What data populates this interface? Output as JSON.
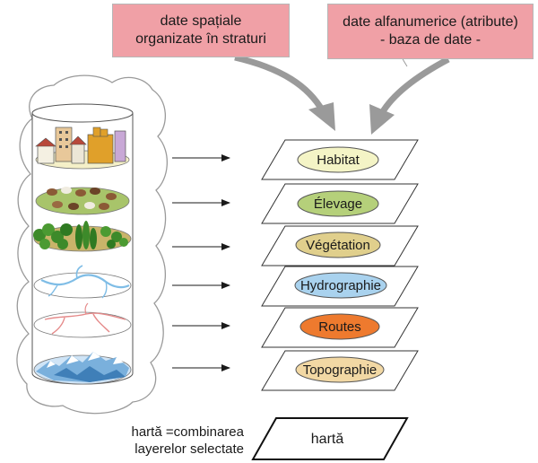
{
  "callouts": {
    "spatial": {
      "line1": "date spațiale",
      "line2": "organizate în straturi"
    },
    "attributes": {
      "line1": "date alfanumerice (atribute)",
      "line2": "- baza de date -"
    }
  },
  "layers": [
    {
      "label": "Habitat",
      "color": "#f4f4c6",
      "icon": "buildings-icon"
    },
    {
      "label": "Élevage",
      "color": "#b5d07a",
      "icon": "livestock-icon"
    },
    {
      "label": "Végétation",
      "color": "#e0cf8c",
      "icon": "trees-icon"
    },
    {
      "label": "Hydrographie",
      "color": "#a9d2ee",
      "icon": "rivers-icon"
    },
    {
      "label": "Routes",
      "color": "#ee7a2e",
      "icon": "roads-icon"
    },
    {
      "label": "Topographie",
      "color": "#f2d8a4",
      "icon": "mountains-icon"
    }
  ],
  "map": {
    "caption_line1": "hartă =combinarea",
    "caption_line2": "layerelor selectate",
    "label": "hartă"
  },
  "colors": {
    "callout_fill": "#f0a0a6",
    "arrow_gray": "#9a9a9a",
    "cloud_outline": "#9a9a9a"
  }
}
